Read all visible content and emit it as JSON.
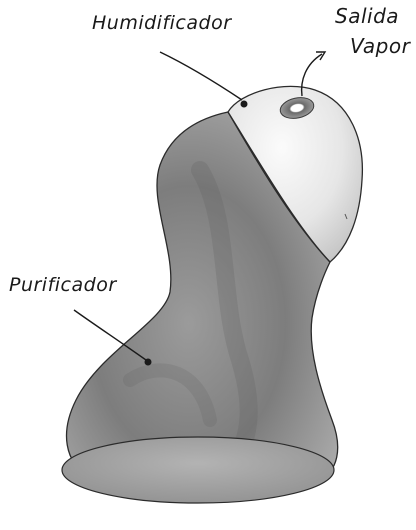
{
  "labels": {
    "humidifier": "Humidificador",
    "vapor_outlet_line1": "Salida",
    "vapor_outlet_line2": "Vapor",
    "purifier": "Purificador"
  },
  "colors": {
    "body_shade": "#8a8a8a",
    "body_dark": "#5e5e5e",
    "sphere_light": "#e6e6e6",
    "outline": "#2b2b2b"
  }
}
